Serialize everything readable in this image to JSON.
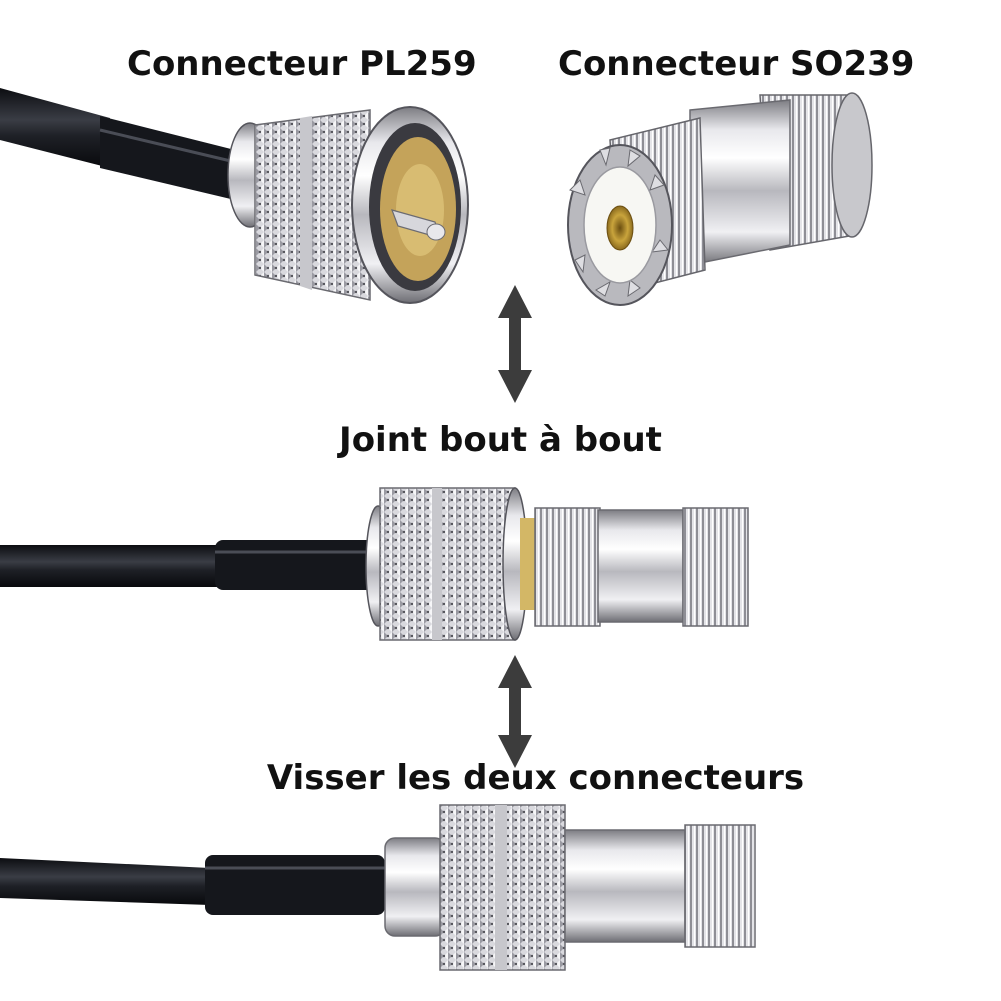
{
  "labels": {
    "pl259": "Connecteur PL259",
    "so239": "Connecteur SO239",
    "joint": "Joint bout à bout",
    "visser": "Visser les deux connecteurs"
  },
  "icons": {
    "arrow": "double-vertical-arrow-icon"
  },
  "colors": {
    "cable": "#1a1c22",
    "metal_light": "#f2f2f4",
    "metal_dark": "#8a8a90",
    "insulator": "#f7f7f3",
    "gold": "#c9a43c",
    "arrow": "#3c3c3c"
  }
}
